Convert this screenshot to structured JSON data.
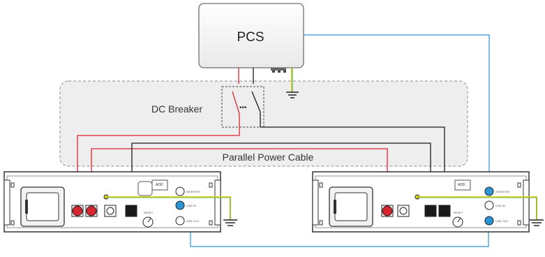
{
  "pcs": {
    "label": "PCS"
  },
  "breaker": {
    "label": "DC Breaker"
  },
  "cable": {
    "label": "Parallel Power Cable"
  },
  "battery_left": {
    "add_label": "ADD",
    "port_labels": [
      "INVERTER",
      "LINK IN",
      "LINK OUT"
    ],
    "switch_label": "RESET"
  },
  "battery_right": {
    "add_label": "ADD",
    "port_labels": [
      "INVERTER",
      "LINK IN",
      "LINK OUT"
    ],
    "switch_label": "RESET"
  },
  "colors": {
    "positive_wire": "#d7262f",
    "negative_wire": "#1a1a1a",
    "comm_wire": "#2c93d6",
    "ground_wire_a": "#e8d21d",
    "ground_wire_b": "#3aa64a",
    "zone_fill": "#eeeeee",
    "zone_border": "#8c8c8c"
  }
}
